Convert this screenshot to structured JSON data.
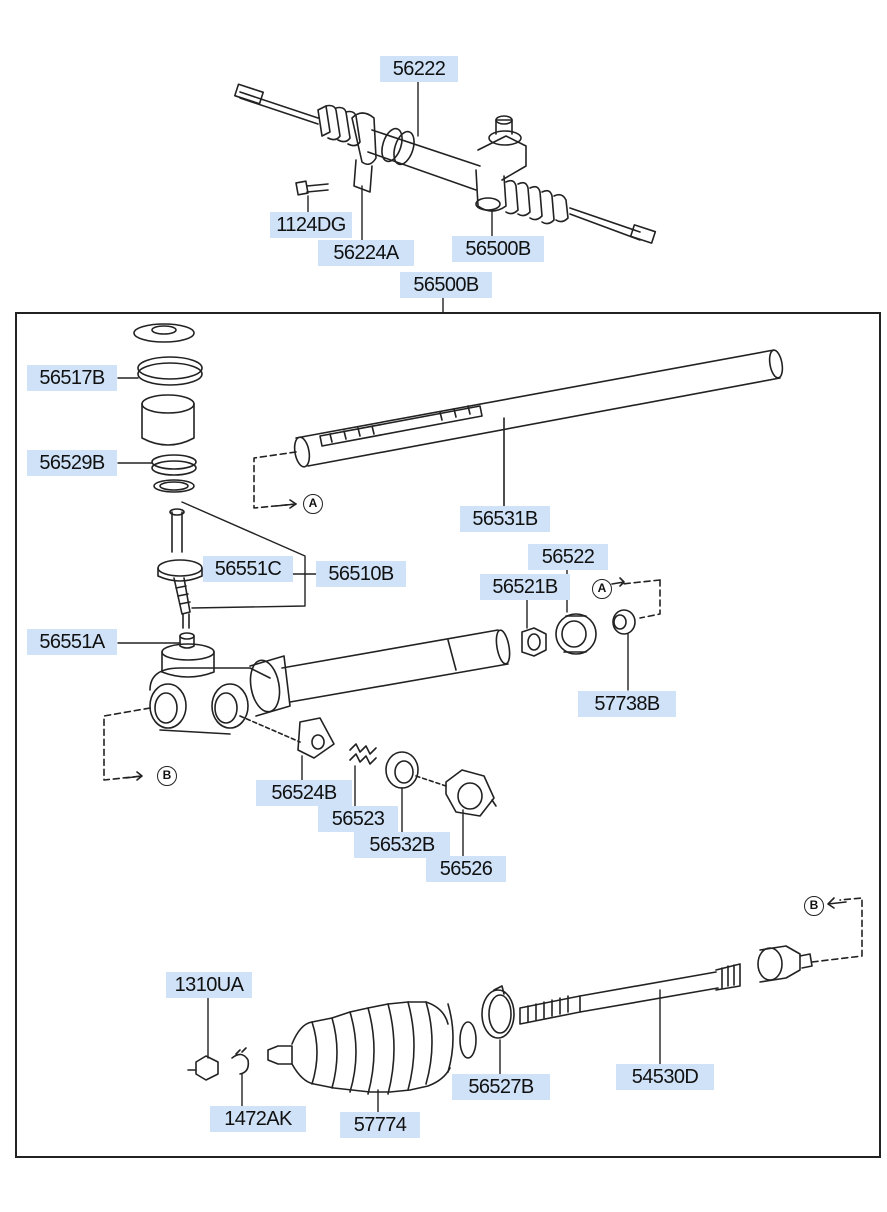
{
  "parts": {
    "p56222": "56222",
    "p1124DG": "1124DG",
    "p56224A": "56224A",
    "p56500B_top": "56500B",
    "p56500B_box": "56500B",
    "p56517B": "56517B",
    "p56529B": "56529B",
    "p56531B": "56531B",
    "p56551C": "56551C",
    "p56510B": "56510B",
    "p56522": "56522",
    "p56521B": "56521B",
    "p56551A": "56551A",
    "p57738B": "57738B",
    "p56524B": "56524B",
    "p56523": "56523",
    "p56532B": "56532B",
    "p56526": "56526",
    "p1310UA": "1310UA",
    "p54530D": "54530D",
    "p1472AK": "1472AK",
    "p57774": "57774",
    "p56527B": "56527B"
  },
  "markers": {
    "a": "A",
    "b": "B"
  },
  "colors": {
    "label_bg": "#cfe2f8",
    "line": "#222222",
    "paper": "#ffffff"
  }
}
